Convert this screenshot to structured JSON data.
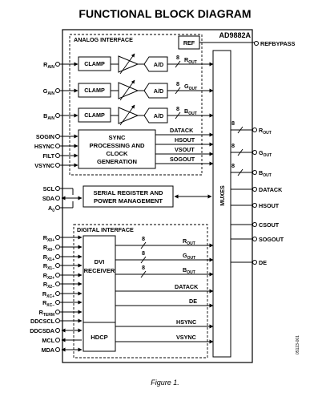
{
  "title": "FUNCTIONAL BLOCK DIAGRAM",
  "caption": "Figure 1.",
  "part_number": "AD9882A",
  "doc_code": "05123-001",
  "analog_interface": {
    "label": "ANALOG INTERFACE",
    "ref_label": "REF",
    "clamp_label": "CLAMP",
    "adc_label": "A/D",
    "bus_width": "8",
    "channels": [
      {
        "input": "R",
        "input_sub": "AIN",
        "output": "R",
        "output_sub": "OUT"
      },
      {
        "input": "G",
        "input_sub": "AIN",
        "output": "G",
        "output_sub": "OUT"
      },
      {
        "input": "B",
        "input_sub": "AIN",
        "output": "B",
        "output_sub": "OUT"
      }
    ]
  },
  "refbypass": "REFBYPASS",
  "sync": {
    "inputs": [
      "SOGIN",
      "HSYNC",
      "FILT",
      "VSYNC"
    ],
    "block_lines": [
      "SYNC",
      "PROCESSING AND",
      "CLOCK",
      "GENERATION"
    ],
    "outputs": [
      "DATACK",
      "HSOUT",
      "VSOUT",
      "SOGOUT"
    ]
  },
  "serial": {
    "inputs": [
      {
        "main": "SCL",
        "sub": ""
      },
      {
        "main": "SDA",
        "sub": ""
      },
      {
        "main": "A",
        "sub": "0"
      }
    ],
    "block_lines": [
      "SERIAL REGISTER AND",
      "POWER MANAGEMENT"
    ]
  },
  "digital_interface": {
    "label": "DIGITAL INTERFACE",
    "inputs": [
      {
        "main": "R",
        "sub": "X0+"
      },
      {
        "main": "R",
        "sub": "X0–"
      },
      {
        "main": "R",
        "sub": "X1+"
      },
      {
        "main": "R",
        "sub": "X1–"
      },
      {
        "main": "R",
        "sub": "X2+"
      },
      {
        "main": "R",
        "sub": "X2–"
      },
      {
        "main": "R",
        "sub": "XC+"
      },
      {
        "main": "R",
        "sub": "XC–"
      },
      {
        "main": "R",
        "sub": "TERM"
      },
      {
        "main": "DDCSCL",
        "sub": ""
      },
      {
        "main": "DDCSDA",
        "sub": ""
      },
      {
        "main": "MCL",
        "sub": ""
      },
      {
        "main": "MDA",
        "sub": ""
      }
    ],
    "dvi_lines": [
      "DVI",
      "RECEIVER"
    ],
    "hdcp_label": "HDCP",
    "outputs": [
      {
        "main": "R",
        "sub": "OUT"
      },
      {
        "main": "G",
        "sub": "OUT"
      },
      {
        "main": "B",
        "sub": "OUT"
      },
      {
        "main": "DATACK",
        "sub": ""
      },
      {
        "main": "DE",
        "sub": ""
      },
      {
        "main": "HSYNC",
        "sub": ""
      },
      {
        "main": "VSYNC",
        "sub": ""
      }
    ]
  },
  "muxes_label": "MUXES",
  "outputs": [
    {
      "main": "R",
      "sub": "OUT"
    },
    {
      "main": "G",
      "sub": "OUT"
    },
    {
      "main": "B",
      "sub": "OUT"
    },
    {
      "main": "DATACK",
      "sub": ""
    },
    {
      "main": "HSOUT",
      "sub": ""
    },
    {
      "main": "CSOUT",
      "sub": ""
    },
    {
      "main": "SOGOUT",
      "sub": ""
    },
    {
      "main": "DE",
      "sub": ""
    }
  ]
}
